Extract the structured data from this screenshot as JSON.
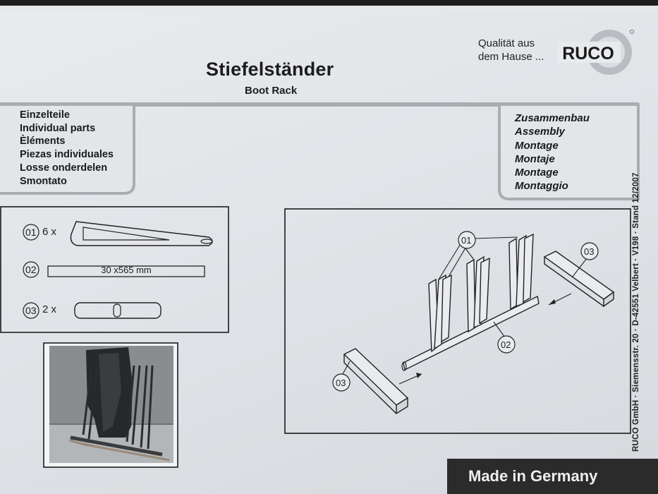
{
  "header": {
    "tagline_line1": "Qualität aus",
    "tagline_line2": "dem Hause ...",
    "logo_text": "RUCO",
    "title": "Stiefelständer",
    "subtitle": "Boot Rack"
  },
  "parts_section": {
    "labels": [
      "Einzelteile",
      "Individual parts",
      "Èléments",
      "Piezas individuales",
      "Losse onderdelen",
      "Smontato"
    ]
  },
  "assembly_section": {
    "labels": [
      "Zusammenbau",
      "Assembly",
      "Montage",
      "Montaje",
      "Montage",
      "Montaggio"
    ]
  },
  "parts_list": [
    {
      "number": "01",
      "quantity": "6 x"
    },
    {
      "number": "02",
      "dimension": "30 x565 mm"
    },
    {
      "number": "03",
      "quantity": "2 x"
    }
  ],
  "diagram": {
    "callouts": [
      "01",
      "02",
      "03",
      "03"
    ]
  },
  "footer": {
    "side_text": "RUCO GmbH · Siemensstr. 20 · D-42551 Velbert · V198 · Stand 12/2007",
    "made_in": "Made in Germany"
  },
  "colors": {
    "paper": "#e4e7ea",
    "ink": "#1c1c1c",
    "banner": "#2b2b2b",
    "panel_grey": "#a9acb0"
  }
}
